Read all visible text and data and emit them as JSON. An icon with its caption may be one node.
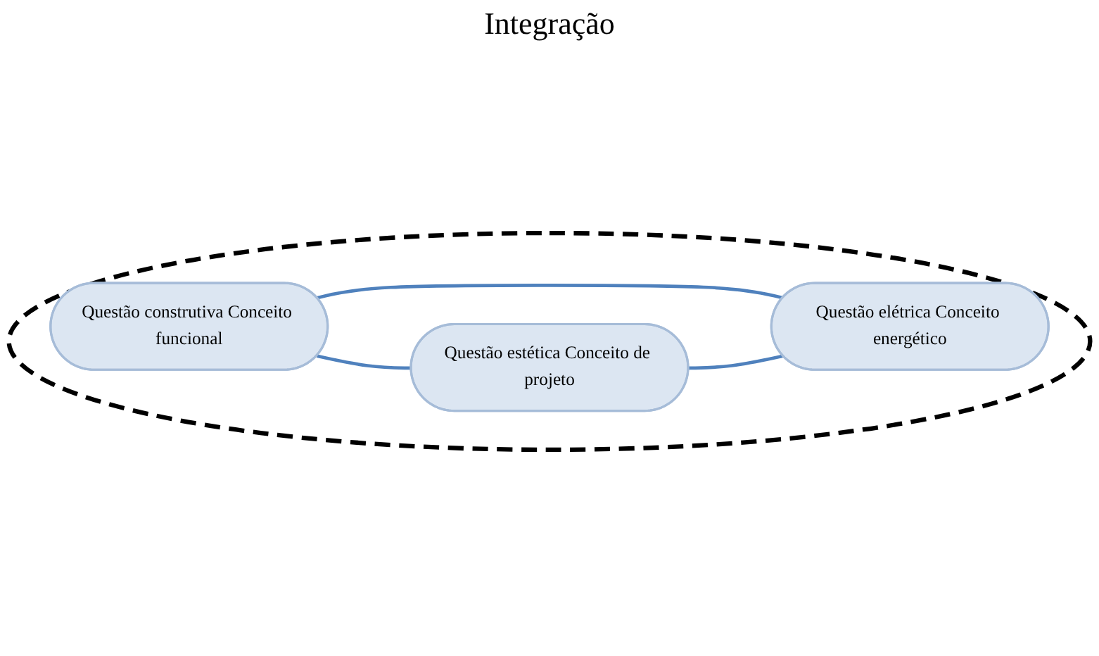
{
  "diagram": {
    "nodes": [
      {
        "text": [],
        "shape": "ellipse"
      },
      {
        "text": [
          "Questão construtiva Conceito funcional"
        ],
        "in": 0
      },
      {
        "text": [
          "Questão estética Conceito de projeto"
        ],
        "in": 0
      },
      {
        "text": [
          "Questão elétrica Conceito energético"
        ],
        "in": 0
      }
    ],
    "edges": [
      {
        "from": 1,
        "to": 2,
        "arrow": "none"
      },
      {
        "from": 1,
        "to": 3,
        "arrow": "none"
      },
      {
        "from": 2,
        "to": 3,
        "arrow": "none"
      }
    ],
    "labels": [
      "Integração"
    ]
  }
}
